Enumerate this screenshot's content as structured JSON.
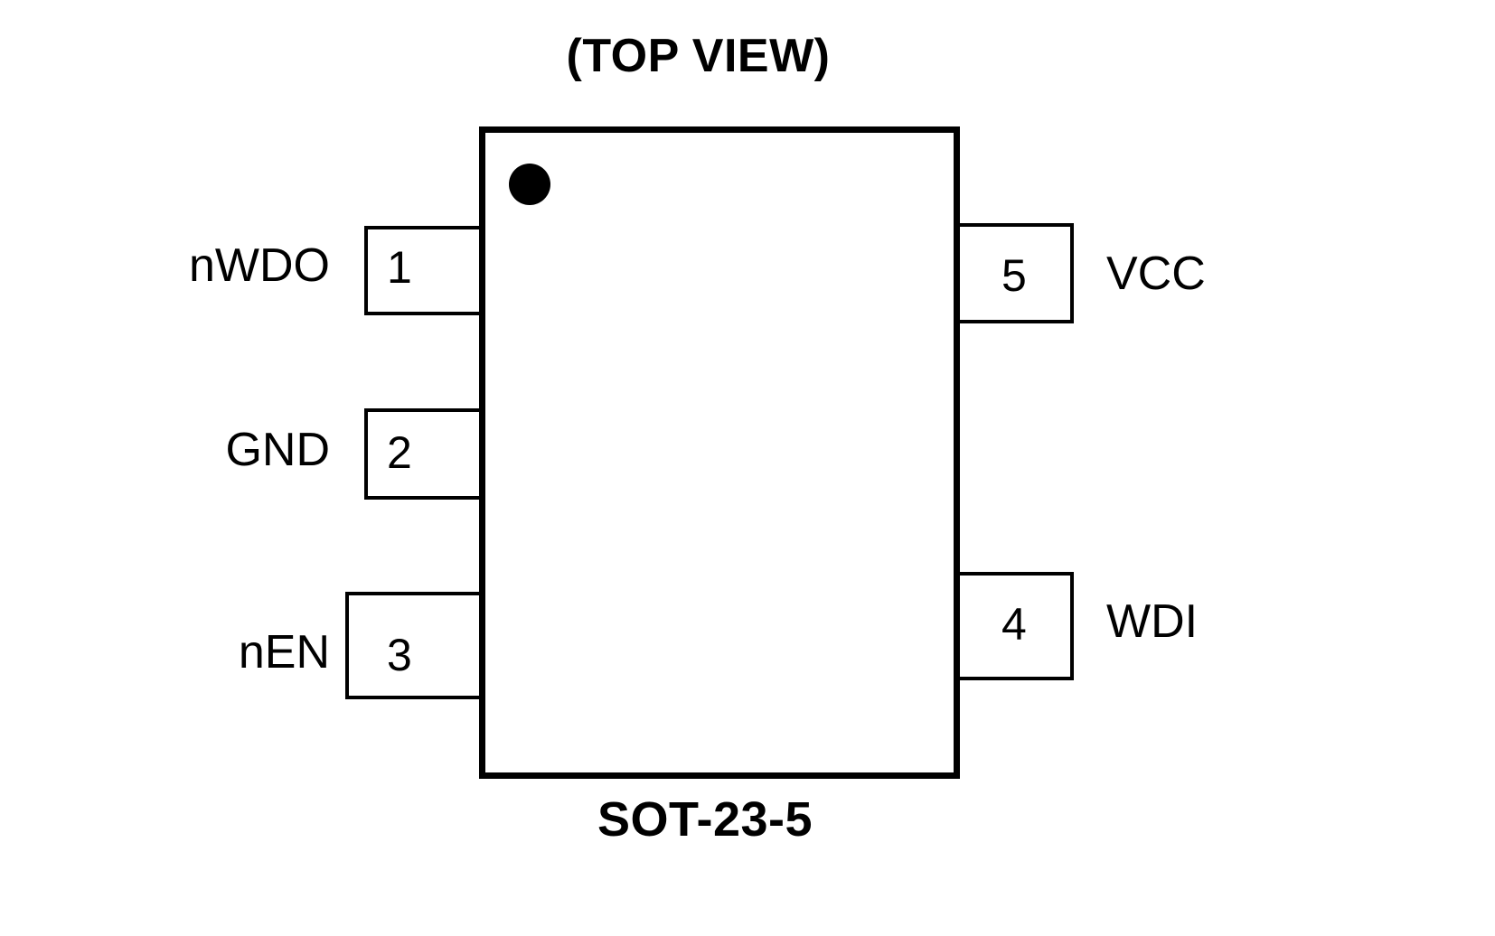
{
  "diagram": {
    "title": "(TOP VIEW)",
    "package": "SOT-23-5",
    "colors": {
      "outline": "#000000",
      "background": "#ffffff",
      "marker": "#000000"
    },
    "pin1_marker": "pin-1-index-dot",
    "pins": [
      {
        "number": "1",
        "name": "nWDO",
        "side": "left"
      },
      {
        "number": "2",
        "name": "GND",
        "side": "left"
      },
      {
        "number": "3",
        "name": "nEN",
        "side": "left"
      },
      {
        "number": "4",
        "name": "WDI",
        "side": "right"
      },
      {
        "number": "5",
        "name": "VCC",
        "side": "right"
      }
    ]
  }
}
